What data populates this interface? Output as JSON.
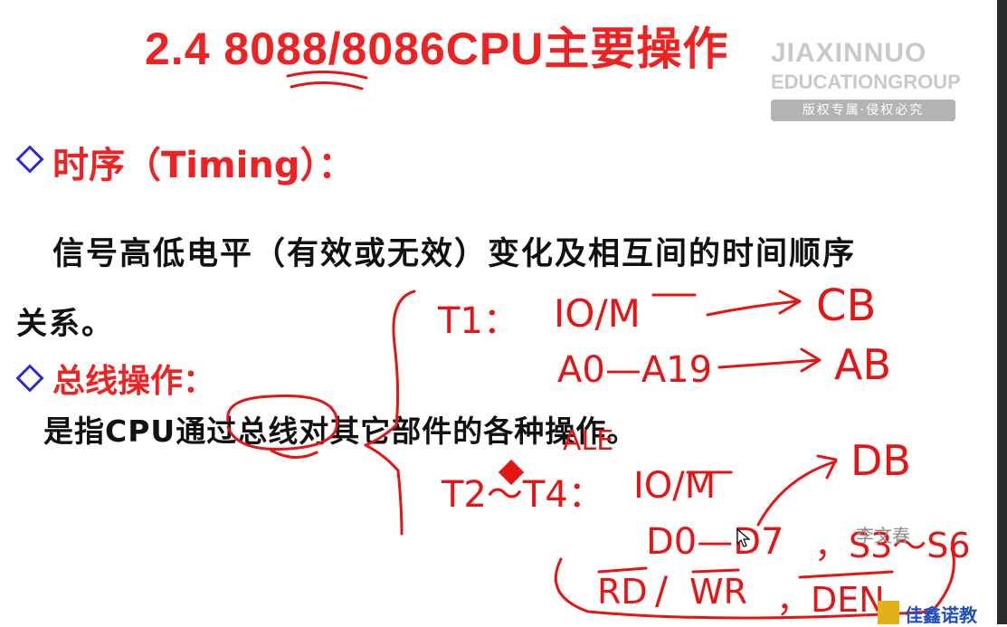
{
  "slide": {
    "title": "2.4 8088/8086CPU主要操作",
    "watermark_line1": "JIAXINNUO",
    "watermark_line2": "EDUCATIONGROUP",
    "watermark_badge": "版权专属·侵权必究",
    "timing_heading": "时序（Timing）：",
    "timing_def_line1": "信号高低电平（有效或无效）变化及相互间的时间顺序",
    "timing_def_line2": "关系。",
    "bus_heading": "总线操作：",
    "bus_def": "是指CPU通过总线对其它部件的各种操作。"
  },
  "annotations": {
    "t1": "T1：",
    "io_m_1": "IO/M",
    "cb": "CB",
    "a0_a19": "A0—A19",
    "ab": "AB",
    "ale": "ALE",
    "t2_t4": "T2～T4：",
    "io_m_2": "IO/M",
    "db": "DB",
    "d0_d7": "D0—D7",
    "s3_s6": "，S3～S6",
    "rd": "RD",
    "wr": "WR",
    "den": "，DEN"
  },
  "presenter": "李文春",
  "logo_text": "佳鑫诺教"
}
